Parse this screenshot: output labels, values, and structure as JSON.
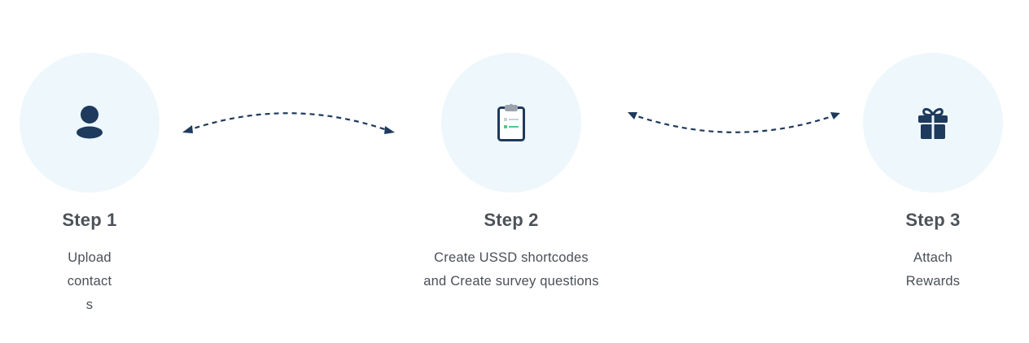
{
  "steps": [
    {
      "title": "Step 1",
      "icon": "user-icon",
      "desc_lines": [
        "Upload",
        "contact",
        "s"
      ]
    },
    {
      "title": "Step 2",
      "icon": "clipboard-checklist-icon",
      "desc_lines": [
        "Create USSD shortcodes",
        "and Create survey questions"
      ]
    },
    {
      "title": "Step 3",
      "icon": "gift-icon",
      "desc_lines": [
        "Attach",
        "Rewards"
      ]
    }
  ],
  "connectors": [
    {
      "from": "Step 1",
      "to": "Step 2",
      "style": "dashed-double-headed-arch-up"
    },
    {
      "from": "Step 2",
      "to": "Step 3",
      "style": "dashed-double-headed-arch-down"
    }
  ],
  "colors": {
    "circle_bg": "#eef7fc",
    "icon": "#1e3a5c",
    "title": "#4d5259",
    "text": "#4a4f57",
    "check_green": "#4ecb8a"
  }
}
